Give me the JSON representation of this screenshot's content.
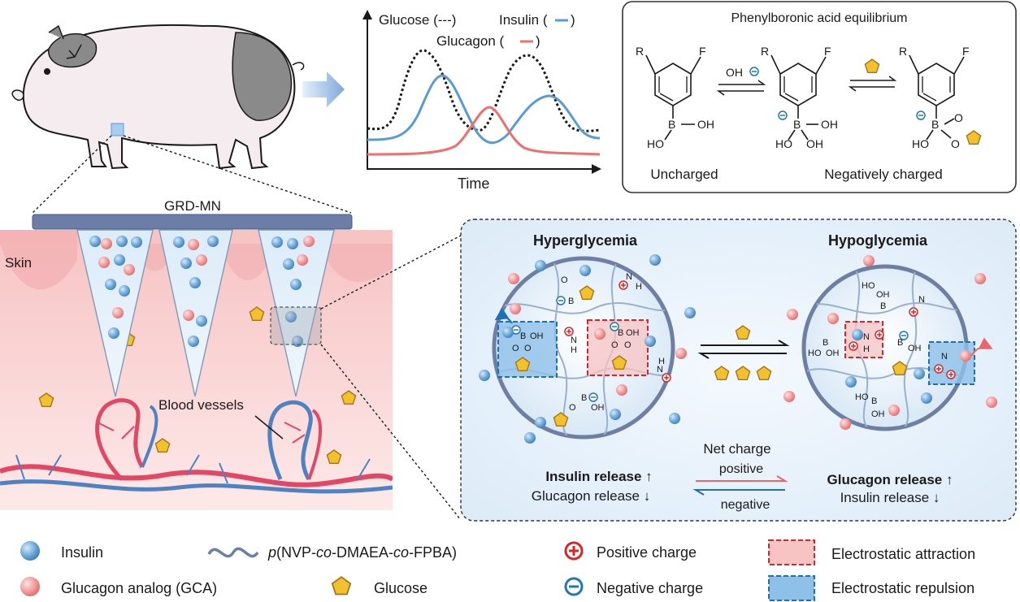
{
  "chart": {
    "legend_glucose": "Glucose (---)",
    "legend_insulin": "Insulin (",
    "legend_glucagon": "Glucagon (",
    "close_paren": ")",
    "xlabel": "Time"
  },
  "equilibrium": {
    "title": "Phenylboronic acid equilibrium",
    "R": "R",
    "F": "F",
    "B": "B",
    "OH": "OH",
    "HO": "HO",
    "reagent": "OH",
    "uncharged": "Uncharged",
    "negatively_charged": "Negatively charged"
  },
  "skin": {
    "device": "GRD-MN",
    "skin_label": "Skin",
    "vessels_label": "Blood vessels"
  },
  "mechanism": {
    "hyper_title": "Hyperglycemia",
    "hypo_title": "Hypoglycemia",
    "net_charge": "Net charge",
    "positive": "positive",
    "negative": "negative",
    "hyper_release_main": "Insulin release ↑",
    "hyper_release_sub": "Glucagon release ↓",
    "hypo_release_main": "Glucagon release ↑",
    "hypo_release_sub": "Insulin release ↓",
    "N": "N",
    "H": "H",
    "B": "B",
    "OH": "OH",
    "HO": "HO",
    "O": "O"
  },
  "legend": {
    "insulin": "Insulin",
    "gca": "Glucagon analog (GCA)",
    "polymer_p": "p",
    "polymer_rest_1": "(NVP-",
    "polymer_co1": "co",
    "polymer_rest_2": "-DMAEA-",
    "polymer_co2": "co",
    "polymer_rest_3": "-FPBA)",
    "glucose": "Glucose",
    "positive_charge": "Positive charge",
    "negative_charge": "Negative charge",
    "attraction": "Electrostatic attraction",
    "repulsion": "Electrostatic repulsion"
  },
  "colors": {
    "insulin": "#5b9bd5",
    "glucagon": "#f08c8c",
    "glucose": "#f2c12e",
    "positive": "#d62728",
    "negative": "#1f77b4",
    "blue_text": "#1f6fb5",
    "red_text": "#e8676a"
  }
}
